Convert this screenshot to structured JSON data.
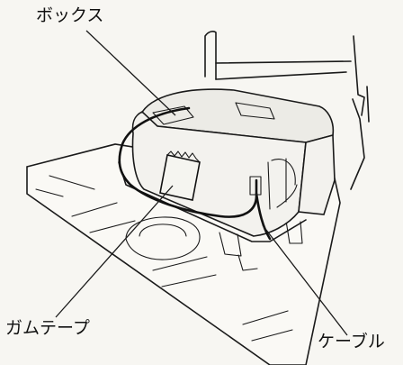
{
  "labels": {
    "box": "ボックス",
    "gum_tape": "ガムテープ",
    "cable": "ケーブル"
  }
}
